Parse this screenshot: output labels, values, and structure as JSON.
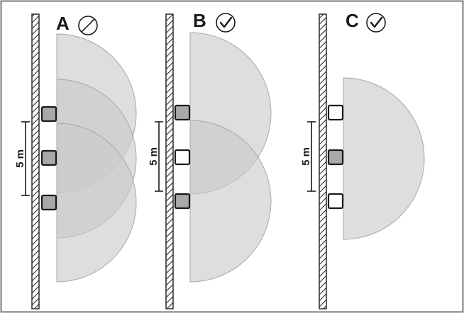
{
  "panels": [
    {
      "id": "a",
      "label": "A",
      "status": "prohibited",
      "status_icon": "prohibited-icon",
      "distance_label": "5 m",
      "sensors": [
        "active",
        "active",
        "active"
      ]
    },
    {
      "id": "b",
      "label": "B",
      "status": "allowed",
      "status_icon": "checkmark-icon",
      "distance_label": "5 m",
      "sensors": [
        "active",
        "inactive",
        "active"
      ]
    },
    {
      "id": "c",
      "label": "C",
      "status": "allowed",
      "status_icon": "checkmark-icon",
      "distance_label": "5 m",
      "sensors": [
        "inactive",
        "active",
        "inactive"
      ]
    }
  ],
  "colors": {
    "frame": "#7a7a7a",
    "coverage_fill": "#c9c9c9",
    "coverage_stroke": "#a8a8a8",
    "sensor_active": "#a9a9a9",
    "sensor_inactive": "#ffffff",
    "ink": "#1a1a1a"
  }
}
